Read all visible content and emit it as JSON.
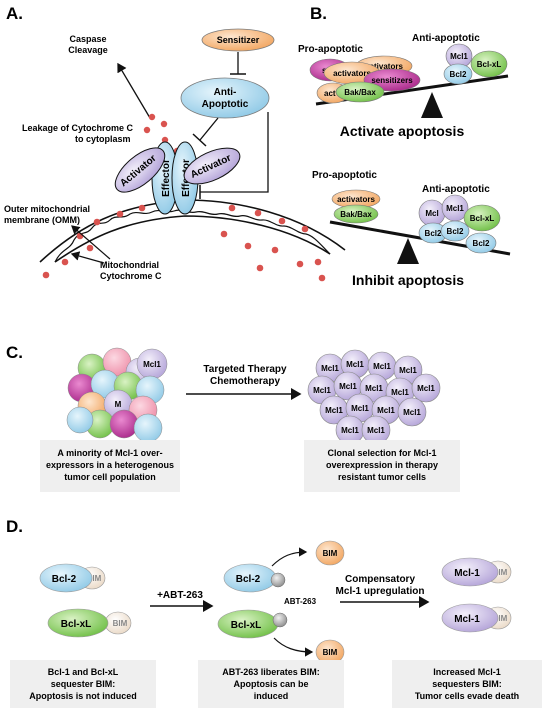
{
  "panels": {
    "a": {
      "letter": "A.",
      "caspase_line1": "Caspase",
      "caspase_line2": "Cleavage",
      "sensitizer": "Sensitizer",
      "anti_apoptotic_line1": "Anti-",
      "anti_apoptotic_line2": "Apoptotic",
      "leakage_line1": "Leakage of Cytochrome C",
      "leakage_line2": "to cytoplasm",
      "activator_left": "Activator",
      "activator_right": "Activator",
      "effector_left": "Effector",
      "effector_right": "Effector",
      "omm_line1": "Outer mitochondrial",
      "omm_line2": "membrane (OMM)",
      "mito_line1": "Mitochondrial",
      "mito_line2": "Cytochrome C"
    },
    "b": {
      "letter": "B.",
      "top": {
        "pro": "Pro-apoptotic",
        "anti": "Anti-apoptotic",
        "sens1": "sen",
        "activators1": "activators",
        "activators2": "activators",
        "sensitizers": "sensitizers",
        "act": "act",
        "bakbax": "Bak/Bax",
        "mcl1": "Mcl1",
        "bclxl": "Bcl-xL",
        "bcl2": "Bcl2",
        "caption": "Activate apoptosis"
      },
      "bottom": {
        "pro": "Pro-apoptotic",
        "anti": "Anti-apoptotic",
        "activators": "activators",
        "bakbax": "Bak/Bax",
        "mcl_a": "Mcl",
        "mcl1": "Mcl1",
        "bclxl": "Bcl-xL",
        "bcl2_a": "Bcl2",
        "bcl2_b": "Bcl2",
        "bcl2_c": "Bcl2",
        "caption": "Inhibit apoptosis"
      }
    },
    "c": {
      "letter": "C.",
      "mcl1": "Mcl1",
      "m": "M",
      "therapy_line1": "Targeted Therapy",
      "therapy_line2": "Chemotherapy",
      "cluster_labels": [
        "Mcl1",
        "Mcl1",
        "Mcl1",
        "Mcl1",
        "Mcl1",
        "Mcl1",
        "Mcl1",
        "Mcl1",
        "Mcl1",
        "Mcl1",
        "Mcl1",
        "Mcl1",
        "Mcl1",
        "Mcl1",
        "Mcl1"
      ],
      "caption_left": [
        "A minority of Mcl-1 over-",
        "expressors in a heterogenous",
        "tumor cell population"
      ],
      "caption_right": [
        "Clonal selection for Mcl-1",
        "overexpression in therapy",
        "resistant tumor cells"
      ]
    },
    "d": {
      "letter": "D.",
      "bcl2": "Bcl-2",
      "bclxl": "Bcl-xL",
      "bim": "BIM",
      "abt_arrow": "+ABT-263",
      "abt_label": "ABT-263",
      "comp_line1": "Compensatory",
      "comp_line2": "Mcl-1 upregulation",
      "mcl1": "Mcl-1",
      "caption_left": [
        "Bcl-1 and Bcl-xL",
        "sequester BIM:",
        "Apoptosis is not induced"
      ],
      "caption_mid": [
        "ABT-263 liberates BIM:",
        "Apoptosis can be",
        "induced"
      ],
      "caption_right": [
        "Increased Mcl-1",
        "sequesters BIM:",
        "Tumor cells evade death"
      ]
    }
  },
  "colors": {
    "blue": "#a9d8ee",
    "green": "#8fd06a",
    "purple": "#cfc3e6",
    "orange": "#f6c08f",
    "magenta": "#c23aa0",
    "pink": "#f3a5b8",
    "red_dot": "#d9534f"
  }
}
